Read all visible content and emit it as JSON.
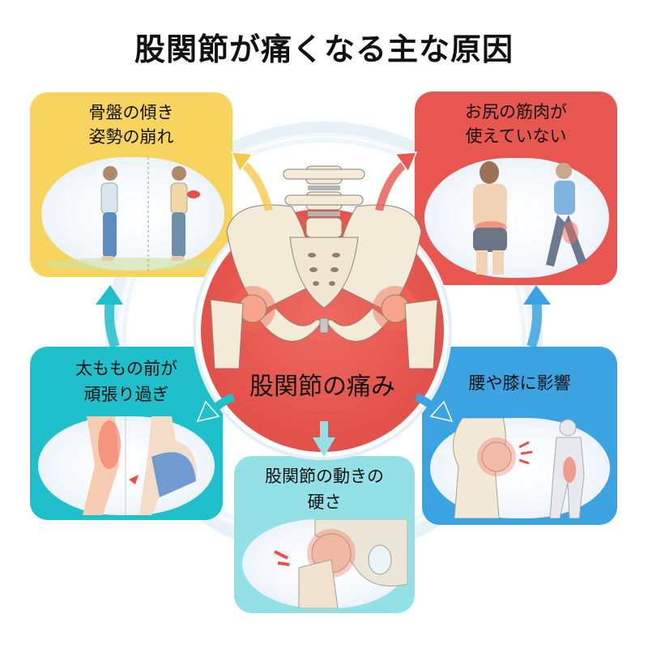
{
  "title": "股関節が痛くなる主な原因",
  "center": {
    "label": "股関節の痛み",
    "color": "#e4544c"
  },
  "causes": [
    {
      "id": "pelvic-tilt",
      "position": "top-left",
      "line1": "骨盤の傾き",
      "line2": "姿勢の崩れ",
      "color": "#f6d45e",
      "illustration": "two-standing-figures-posture-comparison"
    },
    {
      "id": "glutes-unused",
      "position": "top-right",
      "line1": "お尻の筋肉が",
      "line2": "使えていない",
      "color": "#e7564f",
      "illustration": "woman-back-view-and-walking-man"
    },
    {
      "id": "quads-overworking",
      "position": "middle-left",
      "line1": "太ももの前が",
      "line2": "頑張り過ぎ",
      "color": "#1fbfcc",
      "illustration": "thigh-front-muscle-strain"
    },
    {
      "id": "back-knee-effect",
      "position": "middle-right",
      "line1": "腰や膝に影響",
      "line2": "",
      "color": "#3ca3e2",
      "illustration": "hip-joint-and-spine-figure"
    },
    {
      "id": "hip-stiffness",
      "position": "bottom-center",
      "line1": "股関節の動きの",
      "line2": "硬さ",
      "color": "#93e0e6",
      "illustration": "hip-joint-closeup-stiffness"
    }
  ],
  "arrows": {
    "to_top_left": "#f3c94a",
    "to_top_right": "#e8564f",
    "to_middle_left": "#1fbfcc",
    "to_middle_right": "#3ca3e2",
    "to_bottom": "#93e0e6",
    "teal_up": "#1fbfcc",
    "blue_up": "#3ca3e2"
  }
}
